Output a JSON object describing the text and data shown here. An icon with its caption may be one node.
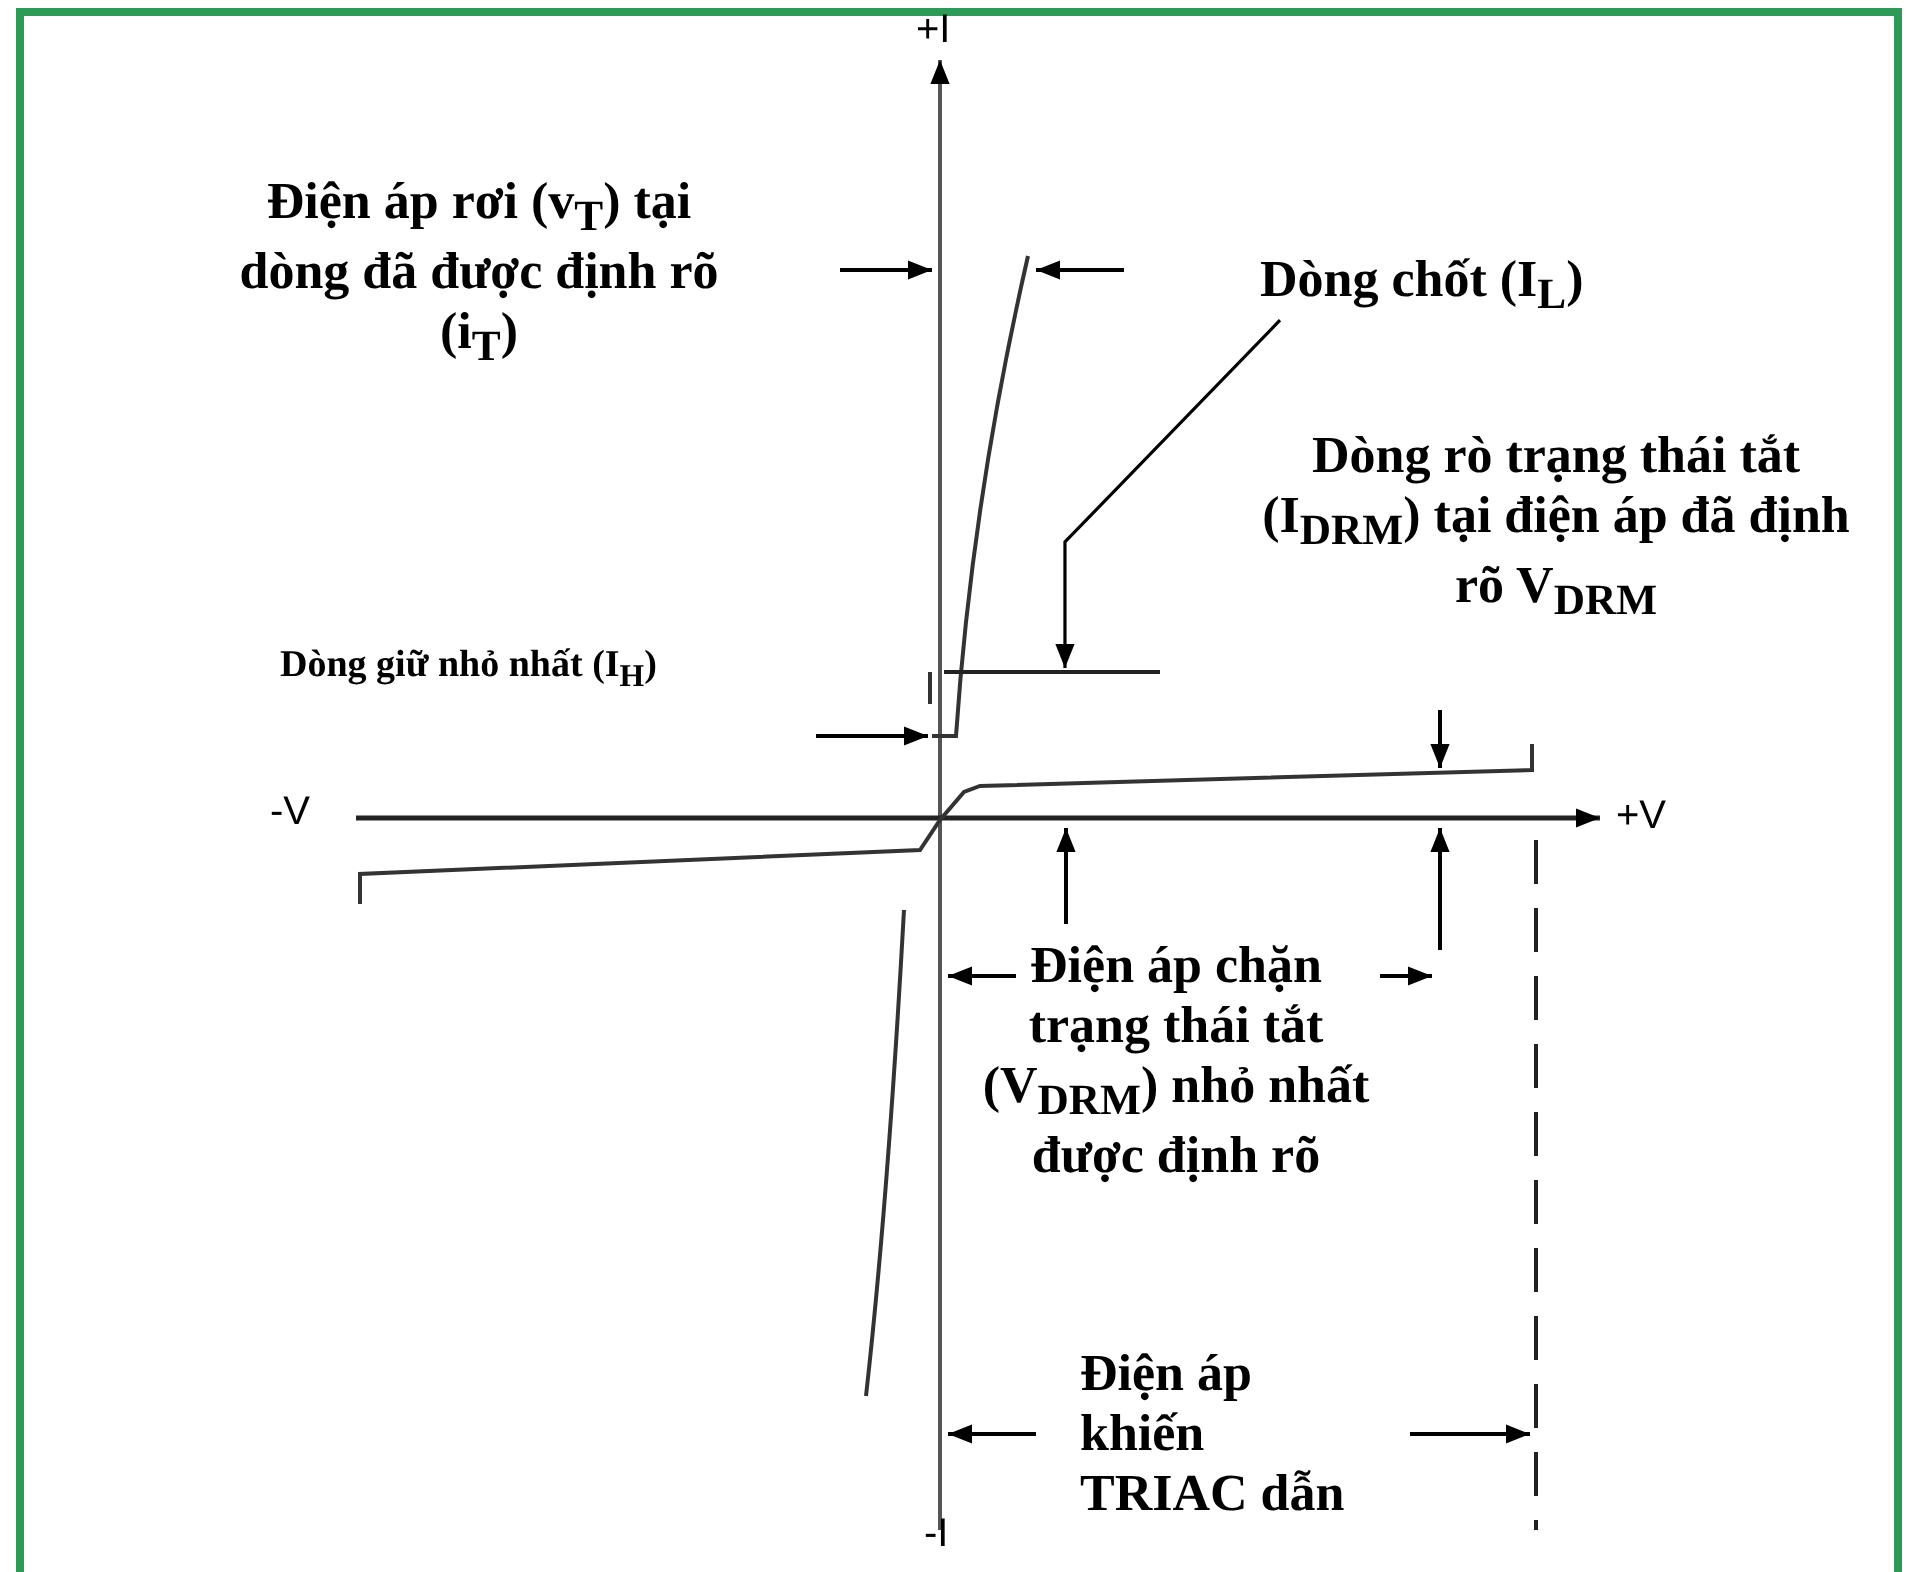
{
  "diagram": {
    "nodes": [
      {
        "text": [
          "Dòng chốt (I$_{L}$)"
        ]
      },
      {
        "text": [],
        "shape": "line"
      }
    ],
    "edges": [
      {
        "from": 0,
        "to": 1,
        "arrow": "to"
      }
    ],
    "labels": [
      "+I",
      "Điện áp rơi (v$_{T}$) tại dòng đã được định rõ (i$_{T}$)",
      "Dòng rò trạng thái tắt (I$_{DRM}$) tại điện áp đã định rõ V$_{DRM}$",
      "Dòng giữ nhỏ nhất (I$_{H}$)",
      "-V",
      "+V",
      "Điện áp chặn trạng thái tắt (V$_{DRM}$) nhỏ nhất được định rõ",
      "Điện áp khiến TRIAC dẫn",
      "-I"
    ]
  }
}
